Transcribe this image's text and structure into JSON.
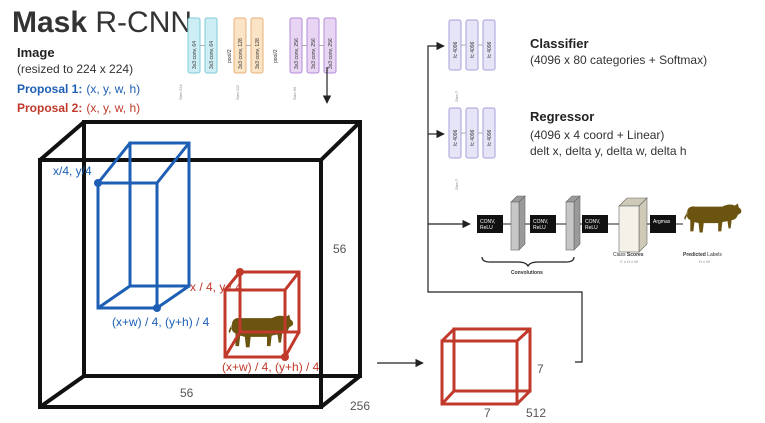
{
  "title": {
    "bold": "Mask",
    "rest": " R-CNN"
  },
  "image_label": {
    "heading": "Image",
    "sub": "(resized to 224 x 224)"
  },
  "proposal1": {
    "label": "Proposal 1:",
    "value": "(x, y, w, h)"
  },
  "proposal2": {
    "label": "Proposal 2:",
    "value": "(x, y, w, h)"
  },
  "vgg_layers": [
    {
      "label": "3x3 conv, 64",
      "color": "#cdeef4"
    },
    {
      "label": "3x3 conv, 64",
      "color": "#cdeef4"
    },
    {
      "label": "pool/2",
      "color": "#ffffff"
    },
    {
      "label": "3x3 conv, 128",
      "color": "#fbe3c5"
    },
    {
      "label": "3x3 conv, 128",
      "color": "#fbe3c5"
    },
    {
      "label": "pool/2",
      "color": "#ffffff"
    },
    {
      "label": "3x3 conv, 256",
      "color": "#e7d5f3"
    },
    {
      "label": "3x3 conv, 256",
      "color": "#e7d5f3"
    },
    {
      "label": "3x3 conv, 256",
      "color": "#e7d5f3"
    }
  ],
  "vgg_side_labels": [
    "Size:224",
    "Size:112",
    "Size:56"
  ],
  "classifier": {
    "heading": "Classifier",
    "desc": "(4096 x 80 categories + Softmax)",
    "layers": [
      "fc 4096",
      "fc 4096",
      "fc 4096"
    ],
    "side_label": "Size:7"
  },
  "regressor": {
    "heading": "Regressor",
    "desc1": "(4096 x 4 coord + Linear)",
    "desc2": "delt x, delta y, delta w, delta h",
    "layers": [
      "fc 4096",
      "fc 4096",
      "fc 4096"
    ],
    "side_label": "Size:7"
  },
  "mask_head": {
    "boxes": [
      {
        "line1": "CONV,",
        "line2": "ReLU"
      },
      {
        "line1": "CONV,",
        "line2": "ReLU"
      },
      {
        "line1": "CONV,",
        "line2": "ReLU"
      },
      {
        "line1": "Argmax",
        "line2": ""
      }
    ],
    "convolutions_label": "Convolutions",
    "class_scores_prefix": "Class ",
    "class_scores_bold": "Scores",
    "class_scores_dim": "C x H x W",
    "predicted_bold": "Predicted",
    "predicted_rest": " Labels",
    "predicted_dim": "H x W"
  },
  "feature_map": {
    "dim_h": "56",
    "dim_w": "56",
    "dim_d": "256"
  },
  "box_blue": {
    "top_label": "x/4, y/4",
    "bottom_label": "(x+w) / 4, (y+h) / 4"
  },
  "box_red": {
    "top_label": "x / 4, y / 4",
    "bottom_label": "(x+w) / 4, (y+h) / 4"
  },
  "roi": {
    "dim_h": "7",
    "dim_w": "7",
    "dim_d": "512"
  },
  "colors": {
    "blue": "#1d5fb4",
    "red": "#c0392b",
    "black": "#111111",
    "cow": "#6b5310"
  }
}
